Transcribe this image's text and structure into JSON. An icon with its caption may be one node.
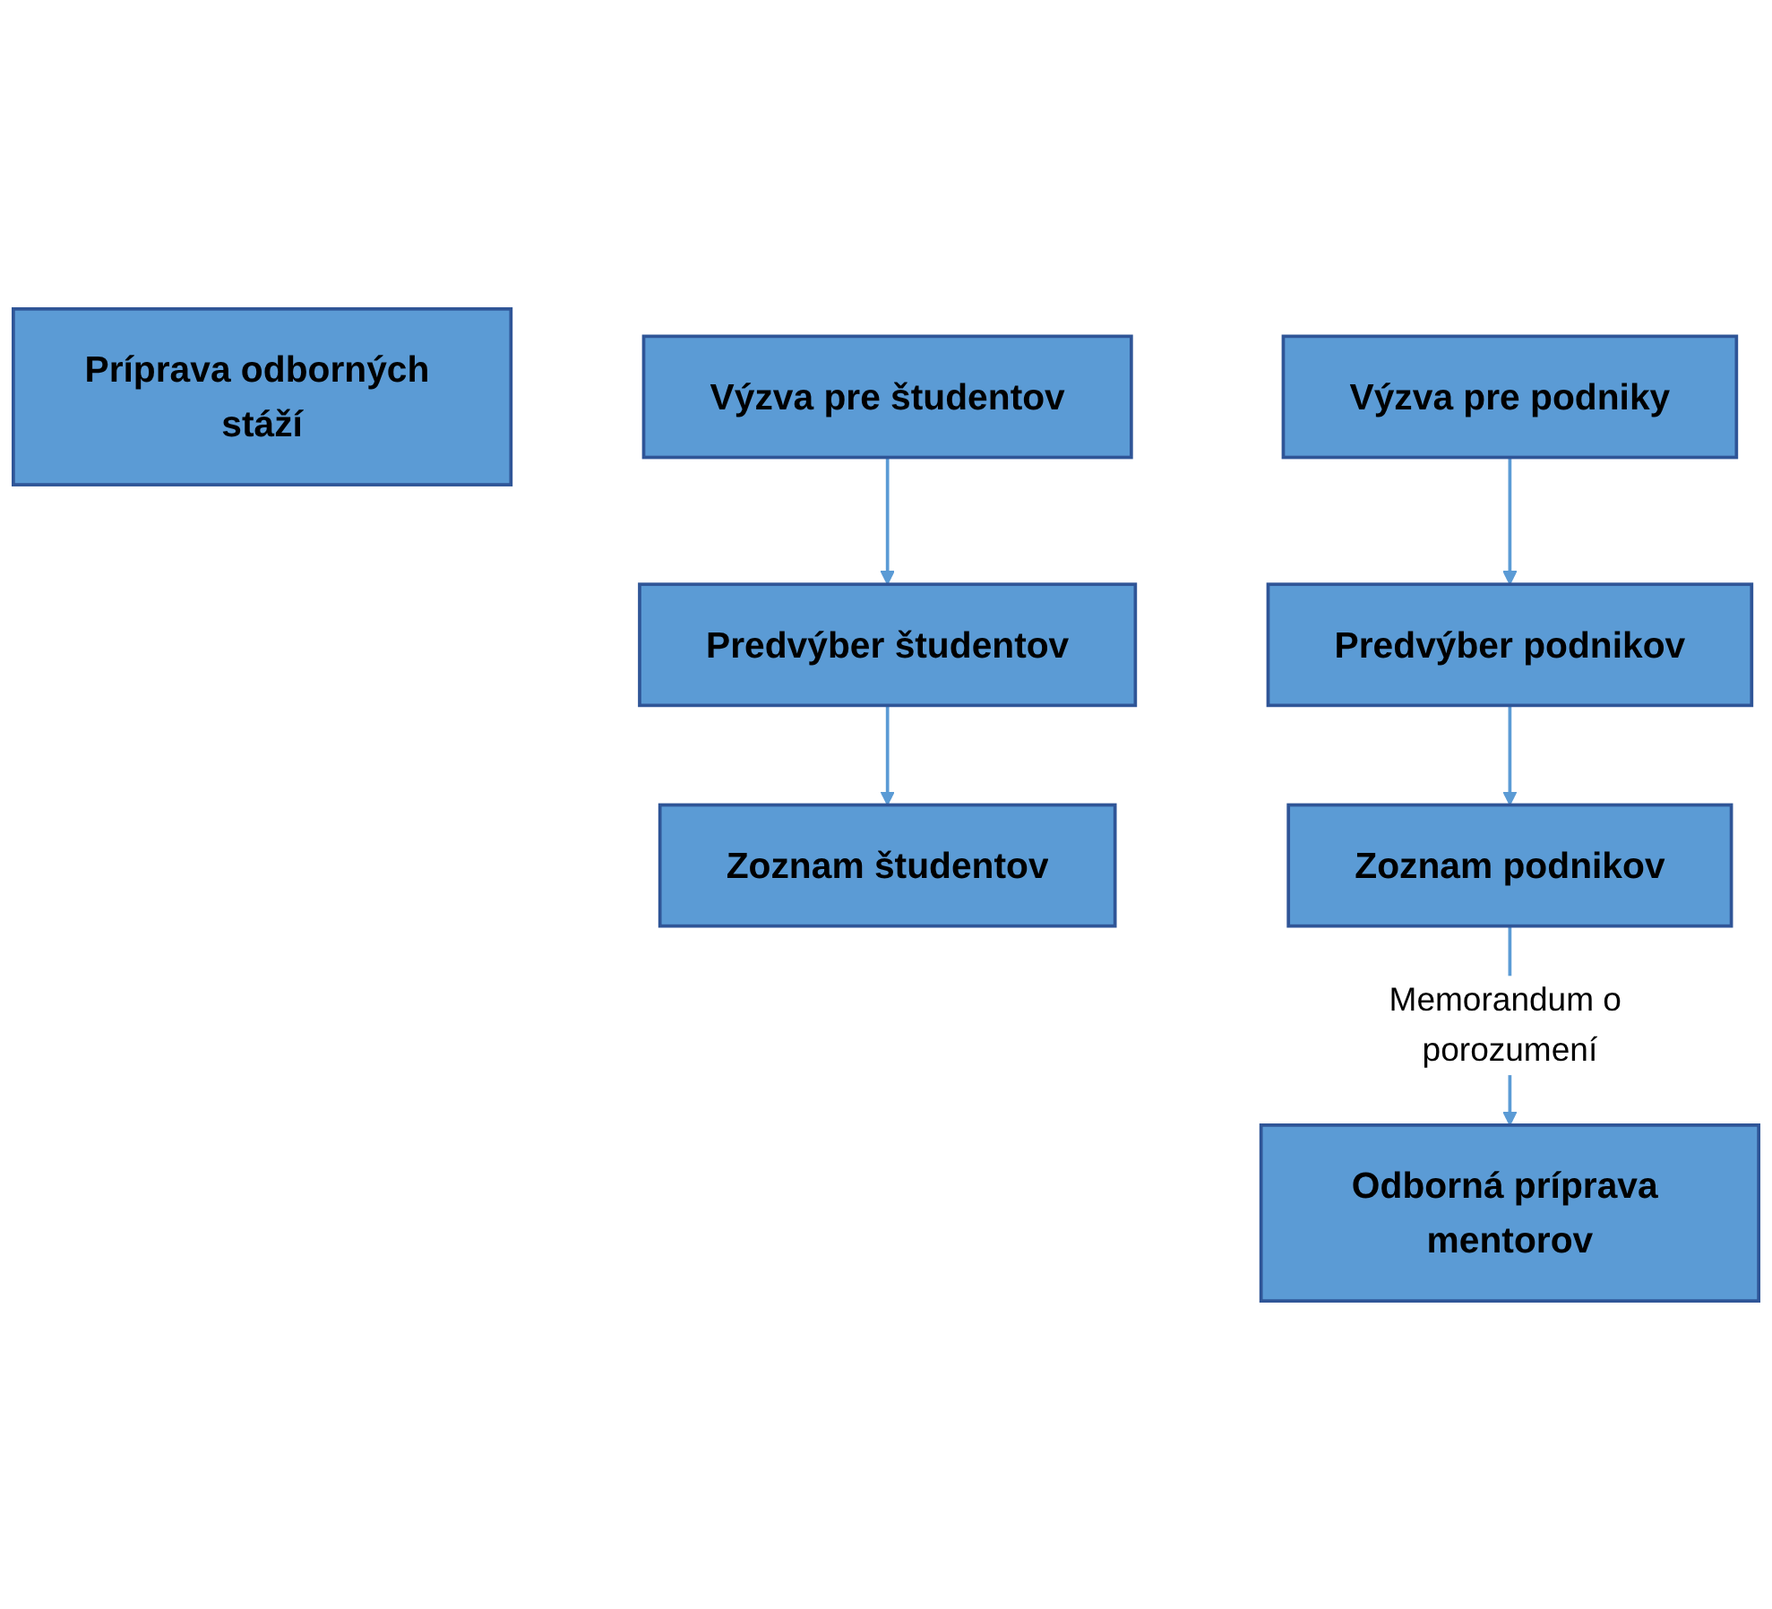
{
  "diagram": {
    "nodes": [
      {
        "text": [
          "Príprava odborných stáží"
        ]
      },
      {
        "text": [
          "Výzva pre študentov"
        ]
      },
      {
        "text": [
          "Predvýber študentov"
        ]
      },
      {
        "text": [
          "Zoznam študentov"
        ]
      },
      {
        "text": [
          "Výzva pre podniky"
        ]
      },
      {
        "text": [
          "Predvýber podnikov"
        ]
      },
      {
        "text": [
          "Zoznam podnikov"
        ]
      },
      {
        "text": [
          "Odborná príprava mentorov"
        ]
      }
    ],
    "edges": [
      {
        "from": 1,
        "to": 2,
        "arrow": "to"
      },
      {
        "from": 2,
        "to": 3,
        "arrow": "to"
      },
      {
        "from": 4,
        "to": 5,
        "arrow": "to"
      },
      {
        "from": 5,
        "to": 6,
        "arrow": "to"
      },
      {
        "from": 6,
        "to": 7,
        "arrow": "to",
        "label": "Memorandum o porozumení"
      }
    ]
  }
}
